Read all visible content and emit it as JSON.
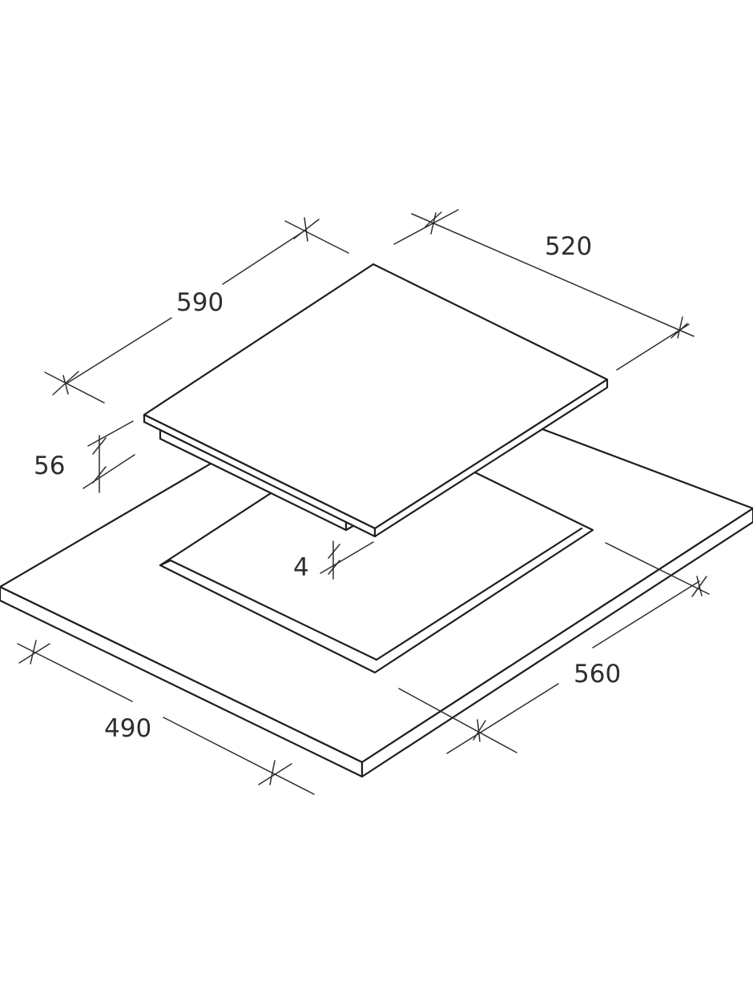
{
  "dimensions": {
    "hob_width": "590",
    "hob_depth": "520",
    "hob_height": "56",
    "clearance": "4",
    "cutout_width": "560",
    "cutout_depth": "490"
  },
  "colors": {
    "line": "#1e1e1e",
    "dimension": "#2e2e2e",
    "background": "#ffffff"
  }
}
